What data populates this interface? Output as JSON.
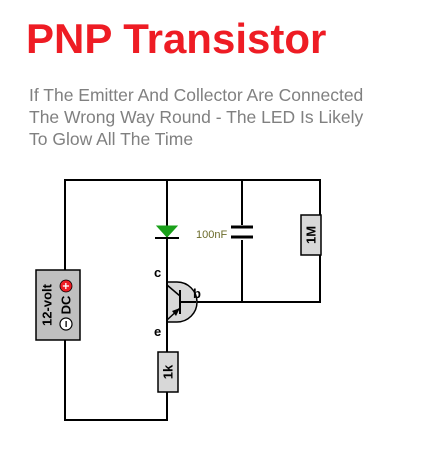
{
  "title": "PNP Transistor",
  "subtitle_lines": [
    "If The Emitter And Collector Are Connected",
    "The Wrong Way Round - The LED Is Likely",
    "To Glow All The Time"
  ],
  "circuit": {
    "battery_label": "12-volt",
    "battery_dc": "DC",
    "battery_plus": "+",
    "battery_minus": "−",
    "capacitor_label": "100nF",
    "resistor_top_label": "1M",
    "resistor_bottom_label": "1k",
    "collector_label": "c",
    "base_label": "b",
    "emitter_label": "e"
  },
  "colors": {
    "title": "#ee1c24",
    "subtitle": "#808080",
    "wire": "#000000",
    "led": "#1aa01a",
    "capacitor_text": "#6b6b2a",
    "component_fill": "#d8d8d8",
    "battery_fill": "#c0c0c0",
    "battery_plus": "#ee1c24"
  }
}
